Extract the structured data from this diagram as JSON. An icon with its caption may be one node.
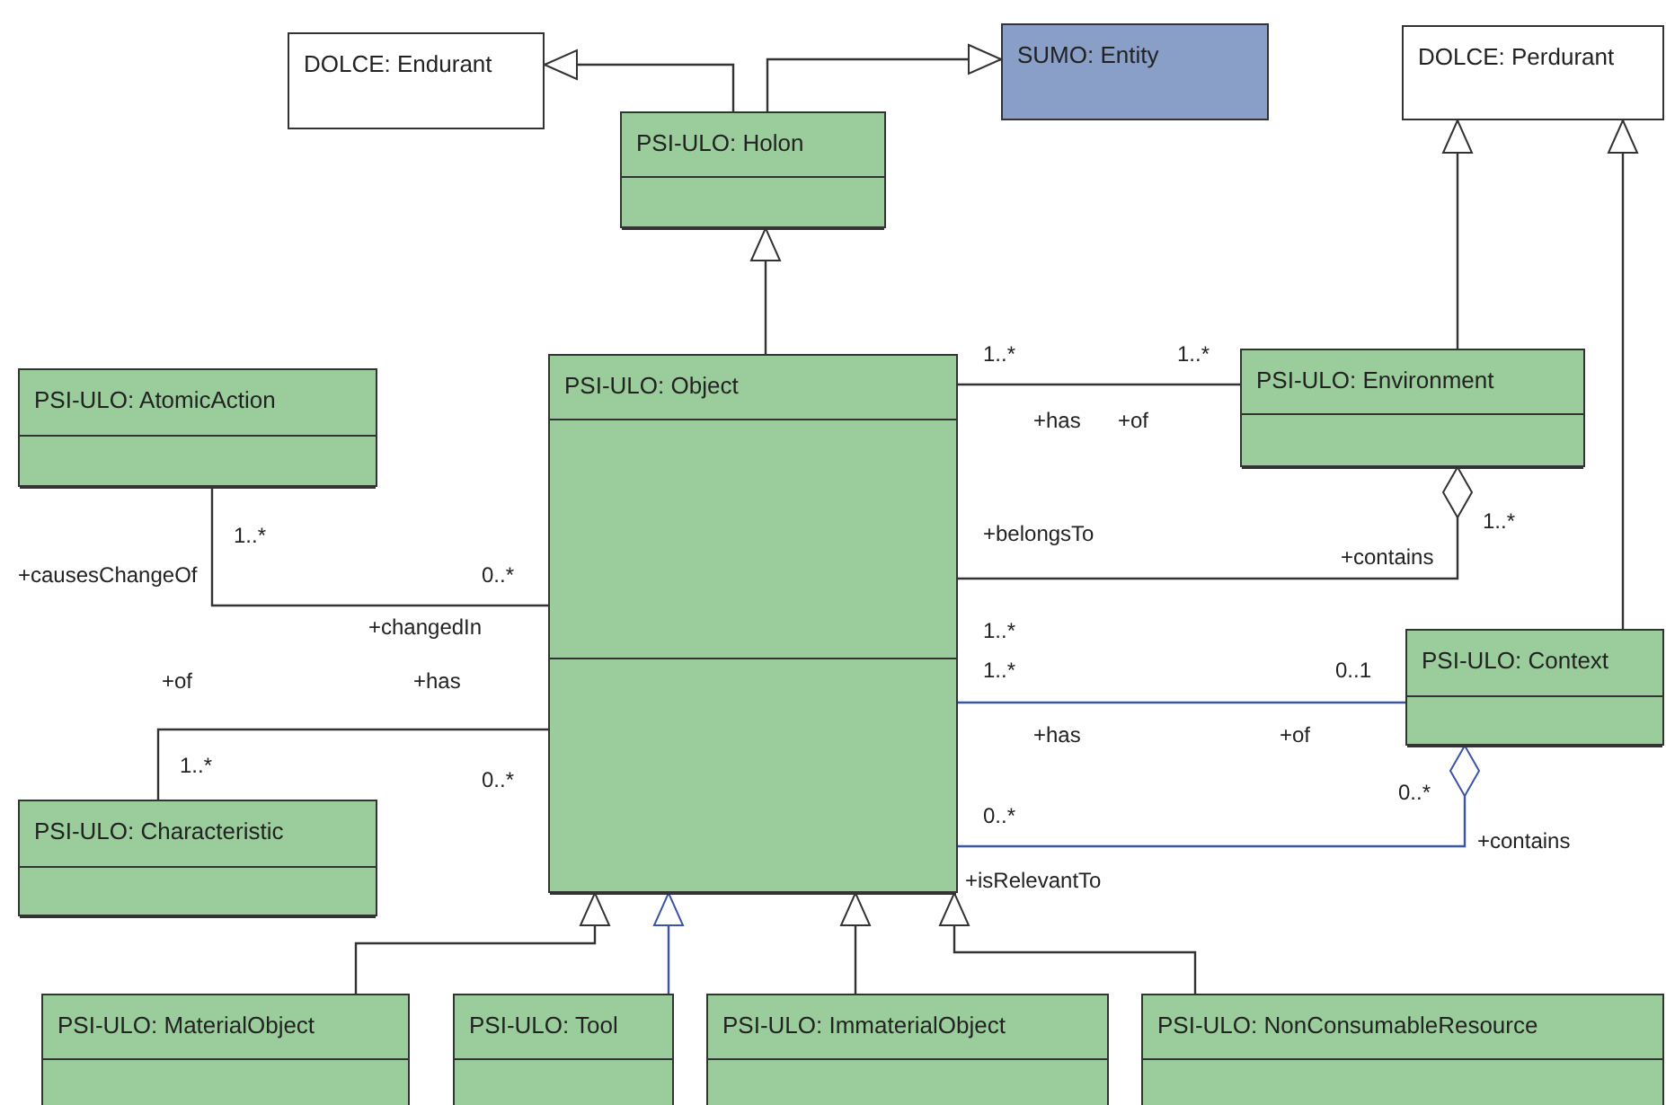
{
  "diagram": {
    "nodes": [
      {
        "text": [
          "DOLCE: Endurant"
        ]
      },
      {
        "text": [
          "SUMO: Entity"
        ]
      },
      {
        "text": [
          "DOLCE: Perdurant"
        ]
      },
      {
        "text": [
          "PSI-ULO: Holon"
        ]
      },
      {
        "text": [
          "PSI-ULO: AtomicAction"
        ]
      },
      {
        "text": [
          "PSI-ULO: Object"
        ]
      },
      {
        "text": [
          "PSI-ULO: Environment"
        ]
      },
      {
        "text": [
          "PSI-ULO: Context"
        ]
      },
      {
        "text": [
          "PSI-ULO: Characteristic"
        ]
      },
      {
        "text": [
          "PSI-ULO: MaterialObject"
        ]
      },
      {
        "text": [
          "PSI-ULO: Tool"
        ]
      },
      {
        "text": [
          "PSI-ULO: ImmaterialObject"
        ]
      },
      {
        "text": [
          "PSI-ULO: NonConsumableResource"
        ]
      }
    ],
    "edges": [
      {
        "from": 3,
        "to": 0,
        "arrow": "to"
      },
      {
        "from": 3,
        "to": 1,
        "arrow": "to"
      },
      {
        "from": 5,
        "to": 3,
        "arrow": "to"
      },
      {
        "from": 6,
        "to": 2,
        "arrow": "to"
      },
      {
        "from": 7,
        "to": 2,
        "arrow": "to"
      },
      {
        "from": 5,
        "to": 6,
        "arrow": "none"
      },
      {
        "from": 6,
        "to": 5,
        "arrow": "other"
      },
      {
        "from": 4,
        "to": 5,
        "arrow": "none"
      },
      {
        "from": 8,
        "to": 5,
        "arrow": "none"
      },
      {
        "from": 5,
        "to": 7,
        "arrow": "none",
        "color": "#3a55a8"
      },
      {
        "from": 7,
        "to": 5,
        "arrow": "other",
        "color": "#3a55a8"
      },
      {
        "from": 9,
        "to": 5,
        "arrow": "to"
      },
      {
        "from": 10,
        "to": 5,
        "arrow": "to",
        "color": "#3a55a8"
      },
      {
        "from": 11,
        "to": 5,
        "arrow": "to"
      },
      {
        "from": 12,
        "to": 5,
        "arrow": "to"
      }
    ],
    "labels": [
      "1..*",
      "1..*",
      "+has",
      "+of",
      "1..*",
      "+belongsTo",
      "1..*",
      "+causesChangeOf",
      "0..*",
      "+contains",
      "+changedIn",
      "1..*",
      "+of",
      "+has",
      "1..*",
      "0..1",
      "+has",
      "+of",
      "1..*",
      "0..*",
      "0..*",
      "0..*",
      "+contains",
      "+isRelevantTo"
    ]
  }
}
